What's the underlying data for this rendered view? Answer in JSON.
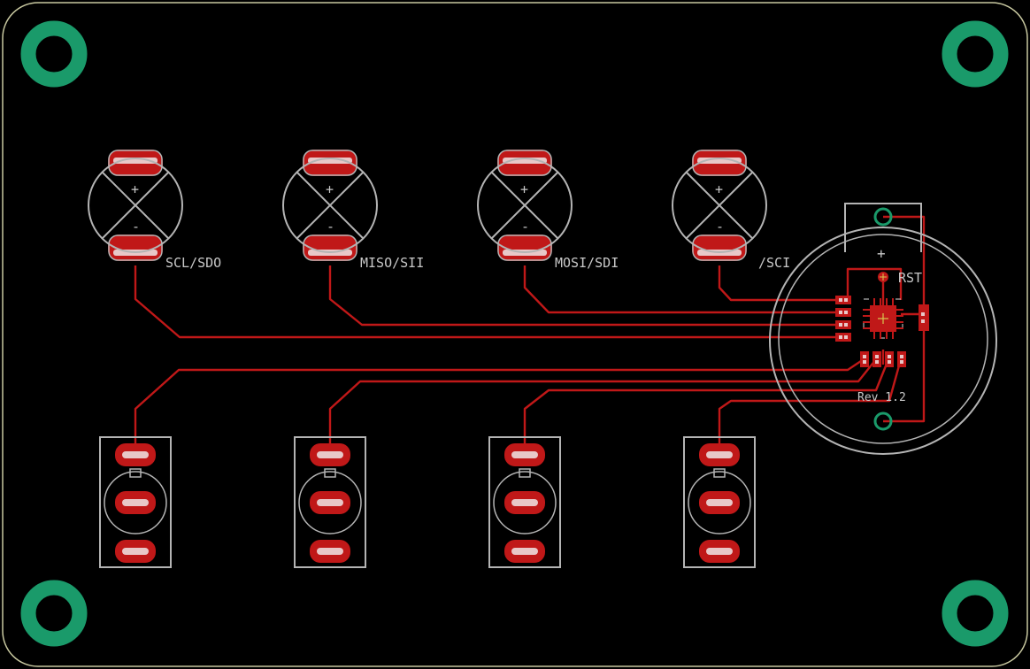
{
  "colors": {
    "background": "#000000",
    "outline": "#c8c8a0",
    "trace": "#c01818",
    "pad": "#c01818",
    "pad_inner": "#e8c8c8",
    "silk": "#b4b4b4",
    "mount_hole": "#1a9a6a",
    "text": "#c8c8c8"
  },
  "labels": {
    "led1": "SCL/SDO",
    "led2": "MISO/SII",
    "led3": "MOSI/SDI",
    "led4": "/SCI",
    "rst": "RST",
    "rev": "Rev 1.2",
    "plus": "+",
    "minus": "-"
  },
  "leds": [
    {
      "id": "led1",
      "label_key": "led1"
    },
    {
      "id": "led2",
      "label_key": "led2"
    },
    {
      "id": "led3",
      "label_key": "led3"
    },
    {
      "id": "led4",
      "label_key": "led4"
    }
  ],
  "switches": [
    {
      "id": "sw1"
    },
    {
      "id": "sw2"
    },
    {
      "id": "sw3"
    },
    {
      "id": "sw4"
    }
  ]
}
